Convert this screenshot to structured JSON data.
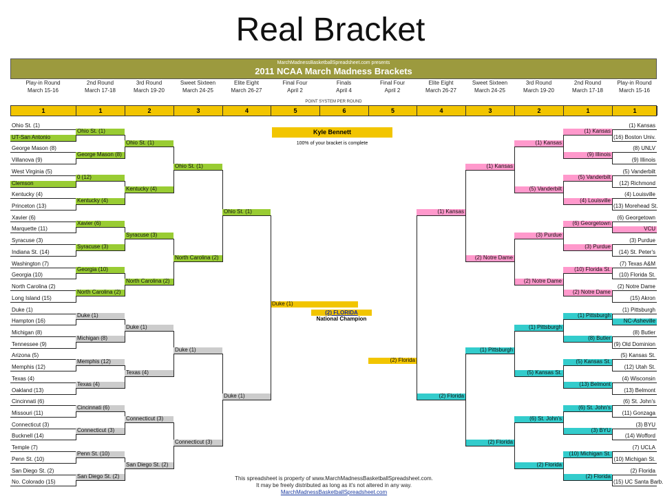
{
  "slide_title": "Real Bracket",
  "sheet": {
    "presents": "MarchMadnessBasketballSpreadsheet.com presents",
    "title": "2011 NCAA March Madness Brackets",
    "points_label": "POINT SYSTEM PER ROUND",
    "points": [
      "1",
      "1",
      "2",
      "3",
      "4",
      "5",
      "6",
      "5",
      "4",
      "3",
      "2",
      "1",
      "1"
    ],
    "round_headers": [
      {
        "name": "Play-in Round",
        "date": "March 15-16"
      },
      {
        "name": "2nd Round",
        "date": "March 17-18"
      },
      {
        "name": "3rd Round",
        "date": "March 19-20"
      },
      {
        "name": "Sweet Sixteen",
        "date": "March 24-25"
      },
      {
        "name": "Elite Eight",
        "date": "March 26-27"
      },
      {
        "name": "Final Four",
        "date": "April 2"
      },
      {
        "name": "Finals",
        "date": "April 4"
      },
      {
        "name": "Final Four",
        "date": "April 2"
      },
      {
        "name": "Elite Eight",
        "date": "March 26-27"
      },
      {
        "name": "Sweet Sixteen",
        "date": "March 24-25"
      },
      {
        "name": "3rd Round",
        "date": "March 19-20"
      },
      {
        "name": "2nd Round",
        "date": "March 17-18"
      },
      {
        "name": "Play-in Round",
        "date": "March 15-16"
      }
    ],
    "player_name": "Kyle Bennett",
    "progress_text": "100% of your bracket is complete",
    "champion_name": "(2) FLORIDA",
    "champion_label": "National Champion",
    "footer": {
      "line1": "This spreadsheet is property of www.MarchMadnessBasketballSpreadsheet.com.",
      "line2": "It may be freely distributed as long as it's not altered in any way.",
      "link": "MarchMadnessBasketballSpreadsheet.com"
    }
  },
  "colors": {
    "east": "#99cc33",
    "southwest": "#cccccc",
    "west": "#ff99cc",
    "southeast": "#33cccc",
    "final": "#f2c500",
    "header": "#9c9a3e"
  },
  "left": {
    "r1": [
      "Ohio St. (1)",
      "UT-San Antonio",
      "George Mason (8)",
      "Villanova (9)",
      "West Virginia (5)",
      "Clemson",
      "Kentucky (4)",
      "Princeton (13)",
      "Xavier (6)",
      "Marquette (11)",
      "Syracuse (3)",
      "Indiana St. (14)",
      "Washington (7)",
      "Georgia (10)",
      "North Carolina (2)",
      "Long Island (15)",
      "Duke (1)",
      "Hampton (16)",
      "Michigan (8)",
      "Tennessee (9)",
      "Arizona (5)",
      "Memphis (12)",
      "Texas (4)",
      "Oakland (13)",
      "Cincinnati (6)",
      "Missouri (11)",
      "Connecticut (3)",
      "Bucknell (14)",
      "Temple (7)",
      "Penn St. (10)",
      "San Diego St. (2)",
      "No. Colorado (15)"
    ],
    "r2": [
      "Ohio St. (1)",
      "George Mason (8)",
      "0 (12)",
      "Kentucky (4)",
      "Xavier (6)",
      "Syracuse (3)",
      "Georgia (10)",
      "North Carolina (2)",
      "Duke (1)",
      "Michigan (8)",
      "Memphis (12)",
      "Texas (4)",
      "Cincinnati (6)",
      "Connecticut (3)",
      "Penn St. (10)",
      "San Diego St. (2)"
    ],
    "r3": [
      "Ohio St. (1)",
      "Kentucky (4)",
      "Syracuse (3)",
      "North Carolina (2)",
      "Duke (1)",
      "Texas (4)",
      "Connecticut (3)",
      "San Diego St. (2)"
    ],
    "r4": [
      "Ohio St. (1)",
      "North Carolina (2)",
      "Duke (1)",
      "Connecticut (3)"
    ],
    "r5": [
      "Ohio St. (1)",
      "Duke (1)"
    ],
    "r6": "Duke (1)"
  },
  "right": {
    "r1": [
      "(1) Kansas",
      "(16) Boston Univ.",
      "(8) UNLV",
      "(9) Illinois",
      "(5) Vanderbilt",
      "(12) Richmond",
      "(4) Louisville",
      "(13) Morehead St.",
      "(6) Georgetown",
      "VCU",
      "(3) Purdue",
      "(14) St. Peter's",
      "(7) Texas A&M",
      "(10) Florida St.",
      "(2) Notre Dame",
      "(15) Akron",
      "(1) Pittsburgh",
      "NC-Asheville",
      "(8) Butler",
      "(9) Old Dominion",
      "(5) Kansas St.",
      "(12) Utah St.",
      "(4) Wisconsin",
      "(13) Belmont",
      "(6) St. John's",
      "(11) Gonzaga",
      "(3) BYU",
      "(14) Wofford",
      "(7) UCLA",
      "(10) Michigan St.",
      "(2) Florida",
      "(15) UC Santa Barb."
    ],
    "r2": [
      "(1) Kansas",
      "(9) Illinois",
      "(5) Vanderbilt",
      "(4) Louisville",
      "(6) Georgetown",
      "(3) Purdue",
      "(10) Florida St.",
      "(2) Notre Dame",
      "(1) Pittsburgh",
      "(8) Butler",
      "(5) Kansas St.",
      "(13) Belmont",
      "(6) St. John's",
      "(3) BYU",
      "(10) Michigan St.",
      "(2) Florida"
    ],
    "r3": [
      "(1) Kansas",
      "(5) Vanderbilt",
      "(3) Purdue",
      "(2) Notre Dame",
      "(1) Pittsburgh",
      "(5) Kansas St.",
      "(6) St. John's",
      "(2) Florida"
    ],
    "r4": [
      "(1) Kansas",
      "(2) Notre Dame",
      "(1) Pittsburgh",
      "(2) Florida"
    ],
    "r5": [
      "(1) Kansas",
      "(2) Florida"
    ],
    "r6": "(2) Florida"
  }
}
